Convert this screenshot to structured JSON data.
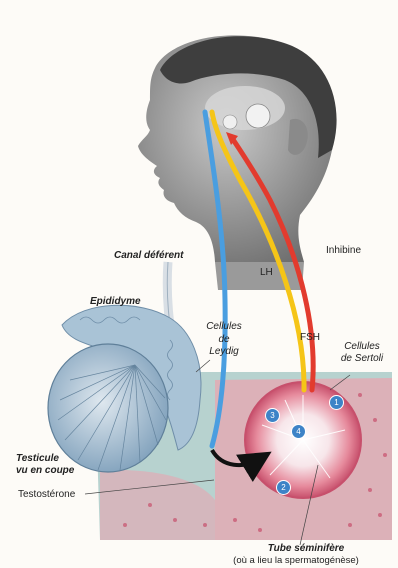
{
  "labels": {
    "canal": "Canal déférent",
    "epididyme": "Epididyme",
    "lh": "LH",
    "inhibine": "Inhibine",
    "leydig1": "Cellules",
    "leydig2": "de",
    "leydig3": "Leydig",
    "fsh": "FSH",
    "sertoli1": "Cellules",
    "sertoli2": "de Sertoli",
    "testicule1": "Testicule",
    "testicule2": "vu en coupe",
    "testosterone": "Testostérone",
    "tube1": "Tube séminifère",
    "tube2": "(où a lieu la spermatogénèse)"
  },
  "badges": [
    "1",
    "2",
    "3",
    "4"
  ],
  "colors": {
    "lh_path": "#4a9ee0",
    "fsh_path": "#f5c518",
    "inhibine_path": "#e23b2e",
    "tissue": "#e8a5b0",
    "badge": "#3d83c7"
  }
}
